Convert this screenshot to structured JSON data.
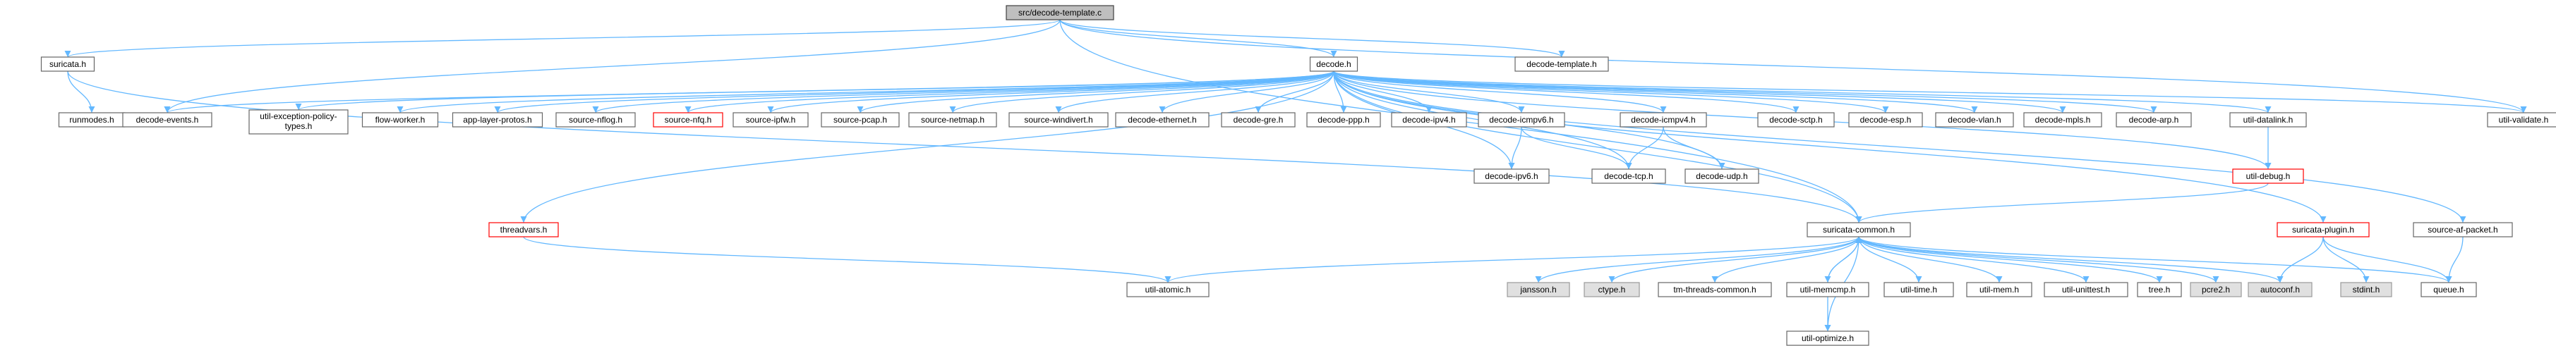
{
  "colors": {
    "edge": "#63b8ff",
    "node_stroke": "#666666",
    "node_fill": "#ffffff",
    "root_fill": "#bfbfbf",
    "root_stroke": "#404040",
    "missing_stroke": "#ff0000",
    "system_fill": "#e0e0e0",
    "system_stroke": "#999999"
  },
  "nodes": [
    {
      "id": "root",
      "label": "src/decode-template.c",
      "kind": "root"
    },
    {
      "id": "suricata",
      "label": "suricata.h",
      "kind": "normal"
    },
    {
      "id": "decodeh",
      "label": "decode.h",
      "kind": "normal"
    },
    {
      "id": "decodetemplate",
      "label": "decode-template.h",
      "kind": "normal"
    },
    {
      "id": "runmodes",
      "label": "runmodes.h",
      "kind": "normal"
    },
    {
      "id": "decodeevents",
      "label": "decode-events.h",
      "kind": "normal"
    },
    {
      "id": "utilexception",
      "label": "util-exception-policy-types.h",
      "kind": "normal"
    },
    {
      "id": "flowworker",
      "label": "flow-worker.h",
      "kind": "normal"
    },
    {
      "id": "applayer",
      "label": "app-layer-protos.h",
      "kind": "normal"
    },
    {
      "id": "sourcenflog",
      "label": "source-nflog.h",
      "kind": "normal"
    },
    {
      "id": "sourcenfq",
      "label": "source-nfq.h",
      "kind": "missing"
    },
    {
      "id": "sourceipfw",
      "label": "source-ipfw.h",
      "kind": "normal"
    },
    {
      "id": "sourcepcap",
      "label": "source-pcap.h",
      "kind": "normal"
    },
    {
      "id": "sourcenetmap",
      "label": "source-netmap.h",
      "kind": "normal"
    },
    {
      "id": "sourcewindivert",
      "label": "source-windivert.h",
      "kind": "normal"
    },
    {
      "id": "decodeethernet",
      "label": "decode-ethernet.h",
      "kind": "normal"
    },
    {
      "id": "decodegre",
      "label": "decode-gre.h",
      "kind": "normal"
    },
    {
      "id": "decodeppp",
      "label": "decode-ppp.h",
      "kind": "normal"
    },
    {
      "id": "decodeipv4",
      "label": "decode-ipv4.h",
      "kind": "normal"
    },
    {
      "id": "decodeicmpv6",
      "label": "decode-icmpv6.h",
      "kind": "normal"
    },
    {
      "id": "decodeicmpv4",
      "label": "decode-icmpv4.h",
      "kind": "normal"
    },
    {
      "id": "decodesctp",
      "label": "decode-sctp.h",
      "kind": "normal"
    },
    {
      "id": "decodeesp",
      "label": "decode-esp.h",
      "kind": "normal"
    },
    {
      "id": "decodevlan",
      "label": "decode-vlan.h",
      "kind": "normal"
    },
    {
      "id": "decodempls",
      "label": "decode-mpls.h",
      "kind": "normal"
    },
    {
      "id": "decodearp",
      "label": "decode-arp.h",
      "kind": "normal"
    },
    {
      "id": "utildatalink",
      "label": "util-datalink.h",
      "kind": "normal"
    },
    {
      "id": "utilvalidate",
      "label": "util-validate.h",
      "kind": "normal"
    },
    {
      "id": "decodeipv6",
      "label": "decode-ipv6.h",
      "kind": "normal"
    },
    {
      "id": "decodetcp",
      "label": "decode-tcp.h",
      "kind": "normal"
    },
    {
      "id": "decodeudp",
      "label": "decode-udp.h",
      "kind": "normal"
    },
    {
      "id": "utildebug",
      "label": "util-debug.h",
      "kind": "missing"
    },
    {
      "id": "threadvars",
      "label": "threadvars.h",
      "kind": "missing"
    },
    {
      "id": "suricatacommon",
      "label": "suricata-common.h",
      "kind": "normal"
    },
    {
      "id": "suricataplugin",
      "label": "suricata-plugin.h",
      "kind": "missing"
    },
    {
      "id": "sourceafpacket",
      "label": "source-af-packet.h",
      "kind": "normal"
    },
    {
      "id": "utilatomic",
      "label": "util-atomic.h",
      "kind": "normal"
    },
    {
      "id": "jansson",
      "label": "jansson.h",
      "kind": "system"
    },
    {
      "id": "ctype",
      "label": "ctype.h",
      "kind": "system"
    },
    {
      "id": "tmthreads",
      "label": "tm-threads-common.h",
      "kind": "normal"
    },
    {
      "id": "utilmemcmp",
      "label": "util-memcmp.h",
      "kind": "normal"
    },
    {
      "id": "utiltime",
      "label": "util-time.h",
      "kind": "normal"
    },
    {
      "id": "utilmem",
      "label": "util-mem.h",
      "kind": "normal"
    },
    {
      "id": "utilunittest",
      "label": "util-unittest.h",
      "kind": "normal"
    },
    {
      "id": "tree",
      "label": "tree.h",
      "kind": "normal"
    },
    {
      "id": "pcre2",
      "label": "pcre2.h",
      "kind": "system"
    },
    {
      "id": "autoconf",
      "label": "autoconf.h",
      "kind": "system"
    },
    {
      "id": "stdint",
      "label": "stdint.h",
      "kind": "system"
    },
    {
      "id": "queue",
      "label": "queue.h",
      "kind": "normal"
    },
    {
      "id": "utiloptimize",
      "label": "util-optimize.h",
      "kind": "normal"
    }
  ],
  "edges": [
    [
      "root",
      "suricata"
    ],
    [
      "root",
      "decodeh"
    ],
    [
      "root",
      "decodetemplate"
    ],
    [
      "root",
      "decodeevents"
    ],
    [
      "root",
      "utilvalidate"
    ],
    [
      "root",
      "suricatacommon"
    ],
    [
      "suricata",
      "runmodes"
    ],
    [
      "suricata",
      "suricatacommon"
    ],
    [
      "decodeh",
      "decodeevents"
    ],
    [
      "decodeh",
      "utilexception"
    ],
    [
      "decodeh",
      "flowworker"
    ],
    [
      "decodeh",
      "applayer"
    ],
    [
      "decodeh",
      "sourcenflog"
    ],
    [
      "decodeh",
      "sourcenfq"
    ],
    [
      "decodeh",
      "sourceipfw"
    ],
    [
      "decodeh",
      "sourcepcap"
    ],
    [
      "decodeh",
      "sourcenetmap"
    ],
    [
      "decodeh",
      "sourcewindivert"
    ],
    [
      "decodeh",
      "decodeethernet"
    ],
    [
      "decodeh",
      "decodegre"
    ],
    [
      "decodeh",
      "decodeppp"
    ],
    [
      "decodeh",
      "decodeipv4"
    ],
    [
      "decodeh",
      "decodeicmpv6"
    ],
    [
      "decodeh",
      "decodeicmpv4"
    ],
    [
      "decodeh",
      "decodesctp"
    ],
    [
      "decodeh",
      "decodeesp"
    ],
    [
      "decodeh",
      "decodevlan"
    ],
    [
      "decodeh",
      "decodempls"
    ],
    [
      "decodeh",
      "decodearp"
    ],
    [
      "decodeh",
      "utildatalink"
    ],
    [
      "decodeh",
      "utilvalidate"
    ],
    [
      "decodeh",
      "decodeipv6"
    ],
    [
      "decodeh",
      "decodetcp"
    ],
    [
      "decodeh",
      "decodeudp"
    ],
    [
      "decodeh",
      "utildebug"
    ],
    [
      "decodeh",
      "threadvars"
    ],
    [
      "decodeh",
      "suricatacommon"
    ],
    [
      "decodeh",
      "suricataplugin"
    ],
    [
      "decodeh",
      "sourceafpacket"
    ],
    [
      "decodeicmpv6",
      "decodeipv6"
    ],
    [
      "decodeicmpv6",
      "decodetcp"
    ],
    [
      "decodeicmpv4",
      "decodetcp"
    ],
    [
      "decodeicmpv4",
      "decodeudp"
    ],
    [
      "utildatalink",
      "utildebug"
    ],
    [
      "utildebug",
      "suricatacommon"
    ],
    [
      "threadvars",
      "utilatomic"
    ],
    [
      "suricatacommon",
      "utilatomic"
    ],
    [
      "suricatacommon",
      "jansson"
    ],
    [
      "suricatacommon",
      "ctype"
    ],
    [
      "suricatacommon",
      "tmthreads"
    ],
    [
      "suricatacommon",
      "utilmemcmp"
    ],
    [
      "suricatacommon",
      "utiltime"
    ],
    [
      "suricatacommon",
      "utilmem"
    ],
    [
      "suricatacommon",
      "utilunittest"
    ],
    [
      "suricatacommon",
      "tree"
    ],
    [
      "suricatacommon",
      "pcre2"
    ],
    [
      "suricatacommon",
      "autoconf"
    ],
    [
      "suricatacommon",
      "queue"
    ],
    [
      "suricatacommon",
      "utiloptimize"
    ],
    [
      "utilmemcmp",
      "suricatacommon"
    ],
    [
      "utilmemcmp",
      "utiloptimize"
    ],
    [
      "suricataplugin",
      "autoconf"
    ],
    [
      "suricataplugin",
      "stdint"
    ],
    [
      "suricataplugin",
      "queue"
    ],
    [
      "sourceafpacket",
      "queue"
    ]
  ]
}
